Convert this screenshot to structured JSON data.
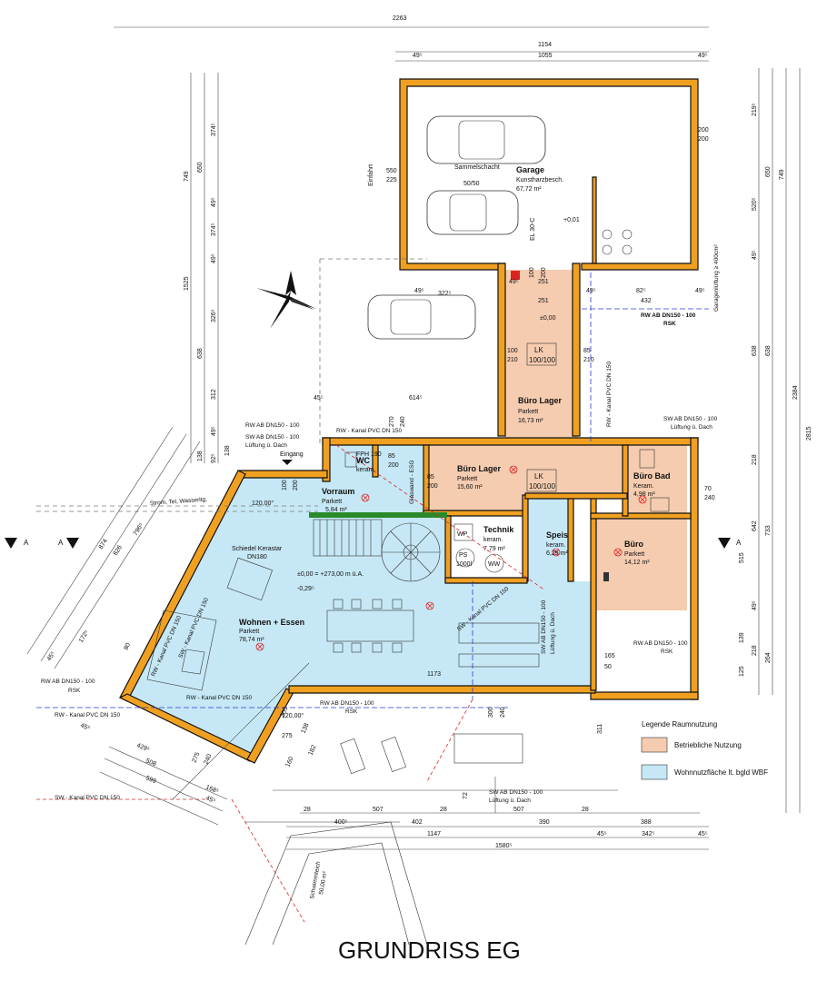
{
  "title": "GRUNDRISS EG",
  "colors": {
    "wall": "#f0a020",
    "living": "#c6e8f6",
    "business": "#f5ccb0",
    "stair_green": "#2a8a2a"
  },
  "rooms": {
    "garage": {
      "name": "Garage",
      "floor": "Kunstharzbesch.",
      "area": "67,72 m²"
    },
    "buero_lager_top": {
      "name": "Büro Lager",
      "floor": "Parkett",
      "area": "16,73 m²"
    },
    "buero_lager": {
      "name": "Büro Lager",
      "floor": "Parkett",
      "area": "15,60 m²"
    },
    "buero_bad": {
      "name": "Büro Bad",
      "floor": "Keram.",
      "area": "4,98 m²"
    },
    "buero": {
      "name": "Büro",
      "floor": "Parkett",
      "area": "14,12 m²"
    },
    "technik": {
      "name": "Technik",
      "floor": "keram.",
      "area": "7,79 m²"
    },
    "speis": {
      "name": "Speis",
      "floor": "keram.",
      "area": "6,25 m²"
    },
    "vorraum": {
      "name": "Vorraum",
      "floor": "Parkett",
      "area": "5,84 m²"
    },
    "wc": {
      "name": "WC",
      "floor": "keram.",
      "area": ""
    },
    "wohnen": {
      "name": "Wohnen + Essen",
      "floor": "Parkett",
      "area": "78,74 m²"
    }
  },
  "labels": {
    "sammelschacht": "Sammelschacht",
    "sammelschacht_dim": "50/50",
    "einfahrt": "Einfahrt",
    "el": "EL 30-C",
    "plus001": "+0,01",
    "pm000": "±0,00",
    "lk1": "LK",
    "lk1_dim": "100/100",
    "lk2": "LK",
    "lk2_dim": "100/100",
    "wp": "WP",
    "ps": "PS",
    "ps_dim": "1000l",
    "ww": "WW",
    "schiedel": "Schiedel Kerastar",
    "schiedel_dn": "DN180",
    "level_main": "±0,00 = +273,00 m ü.A.",
    "level_minus": "-0,29⁵",
    "eingang": "Eingang",
    "strom": "Strom, Tel, Wasserltg.",
    "fph": "FPH 190",
    "glaswand": "Glaswand - ESG",
    "garagenlueftung": "Garagenlüftung ≥ 400cm²",
    "schwimmteich": "Schwimmteich",
    "schwimm_area": "50,00 m²",
    "legend_title": "Legende Raumnutzung",
    "legend_business": "Betriebliche Nutzung",
    "legend_living": "Wohnnutzfläche lt. bgld WBF",
    "r12000": "120,00°",
    "r12000b": "120,00°"
  },
  "pipes": {
    "rw_dn150_rsk_top": "RW AB DN150 - 100",
    "rsk_top": "RSK",
    "rw_kanal_vert": "RW - Kanal PVC DN 150",
    "sw_dn150_dach_right": "SW AB DN150 - 100",
    "lueft_right": "Lüftung ü. Dach",
    "rw_ab_left": "RW AB DN150 - 100",
    "rw_kanal_left": "RW - Kanal PVC DN 150",
    "sw_ab_left": "SW AB DN150 - 100",
    "lueft_left": "Lüftung ü. Dach",
    "rw_ab_west": "RW AB DN150 - 100",
    "rsk_west": "RSK",
    "rw_kanal_west": "RW - Kanal PVC DN 150",
    "sw_kanal_west": "SW - Kanal PVC DN 150",
    "rw_kanal_mid": "RW - Kanal PVC DN 150",
    "rw_ab_mid": "RW AB DN150 - 100",
    "rsk_mid": "RSK",
    "rw_ab_east": "RW AB DN150 - 100",
    "rsk_east": "RSK",
    "sw_ab_south": "SW AB DN150 - 100",
    "lueft_south": "Lüftung ü. Dach",
    "sw_ab_core": "SW AB DN150 - 100",
    "lueft_core": "Lüftung ü. Dach",
    "sw_kanal_core": "SW - Kanal PVC DN 150",
    "rw_kanal_diag": "RW - Kanal PVC DN 150",
    "sw_kanal_diag": "SW - Kanal PVC DN 150"
  },
  "dims": {
    "top_total": "2263",
    "top_garage": "1154",
    "top_left_half": "49⁵",
    "top_mid": "1055",
    "top_right_half": "49⁵",
    "g_550": "550",
    "g_225": "225",
    "g_200a": "200",
    "g_200b": "200",
    "l_749": "749",
    "l_650": "650",
    "l_374a": "374⁵",
    "l_49a": "49⁵",
    "l_374b": "374⁵",
    "l_1525": "1525",
    "l_638": "638",
    "l_312": "312",
    "l_326": "326⁵",
    "l_49b": "49⁵",
    "l_138a": "138",
    "l_92": "92⁵",
    "l_49c": "49⁵",
    "l_138b": "138",
    "r_219": "219⁵",
    "r_520": "520⁵",
    "r_49": "49⁵",
    "r_650": "650",
    "r_749": "749",
    "r_2384": "2384",
    "r_2815": "2815",
    "r_638a": "638",
    "r_638b": "638",
    "r_218": "218",
    "r_642": "642",
    "r_733": "733",
    "r_515": "515",
    "r_139": "139",
    "r_218b": "218",
    "r_264": "264",
    "r_125": "125",
    "r_49b": "49⁵",
    "c_322": "322⁵",
    "c_49": "49⁵",
    "c_251a": "251",
    "c_251b": "251",
    "c_100": "100",
    "c_200": "200",
    "c_49b": "49⁵",
    "c_432": "432",
    "c_82": "82⁵",
    "c_49c": "49⁵",
    "c_49d": "49⁵",
    "c_45": "45⁵",
    "c_614": "614⁵",
    "c_100b": "100",
    "c_210": "210",
    "c_85": "85",
    "c_210b": "210",
    "c_270": "270",
    "c_240": "240",
    "c_85b": "85",
    "c_200b": "200",
    "c_100c": "100",
    "c_200c": "200",
    "c_85c": "85",
    "c_200d": "200",
    "c_70": "70",
    "c_240b": "240",
    "c_165": "165",
    "c_50": "50",
    "c_1173": "1173",
    "c_311": "311",
    "c_300": "300",
    "c_240c": "240",
    "b_28a": "28",
    "b_507a": "507",
    "b_28b": "28",
    "b_72": "72",
    "b_507b": "507",
    "b_28c": "28",
    "b_400": "400⁵",
    "b_402": "402",
    "b_390": "390",
    "b_388": "388",
    "b_1147": "1147",
    "b_45a": "45⁵",
    "b_342": "342⁵",
    "b_45b": "45⁵",
    "b_1580": "1580⁵",
    "d_874": "874",
    "d_826": "826",
    "d_796": "796⁵",
    "d_172": "172⁵",
    "d_45": "45⁵",
    "d_80": "80",
    "d_429": "429⁵",
    "d_508": "508",
    "d_599": "599",
    "d_275": "275",
    "d_240": "240",
    "d_168": "168⁵",
    "d_305": "305",
    "d_275b": "275",
    "d_182": "182",
    "d_160": "160",
    "d_138": "138",
    "d_45b": "45⁵",
    "d_45c": "45⁵"
  },
  "section_marks": {
    "left_a": "A",
    "left_b": "A",
    "right_a": "A"
  }
}
